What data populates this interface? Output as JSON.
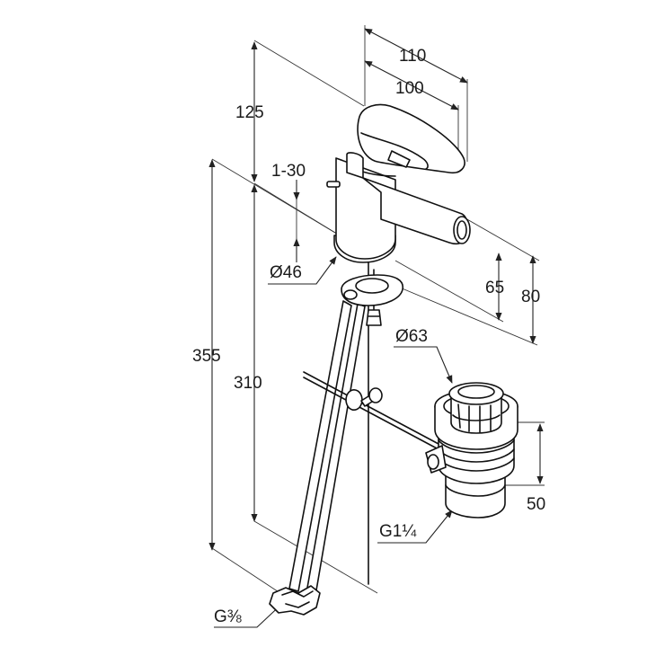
{
  "colors": {
    "line": "#111111",
    "background": "#ffffff"
  },
  "dimensions": {
    "d110": "110",
    "d100": "100",
    "d125": "125",
    "d1_30": "1-30",
    "d46": "Ø46",
    "d65": "65",
    "d80": "80",
    "d63": "Ø63",
    "d355": "355",
    "d310": "310",
    "d50": "50",
    "g114": "G1¼",
    "g38": "G⅜"
  }
}
